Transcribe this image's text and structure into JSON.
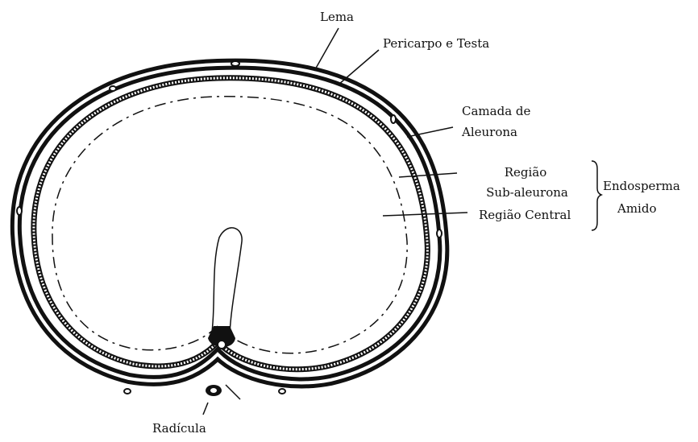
{
  "labels": {
    "lema": "Lema",
    "pericarpo": "Pericarpo e Testa",
    "camada_line1": "Camada de",
    "camada_line2": "Aleurona",
    "regiao_line1": "Região",
    "regiao_line2": "Sub-aleurona",
    "regiao_central": "Região Central",
    "endosperma_line1": "Endosperma",
    "endosperma_line2": "Amido",
    "radicula": "Radícula"
  },
  "colors": {
    "ink": "#111111",
    "background": "#ffffff"
  }
}
